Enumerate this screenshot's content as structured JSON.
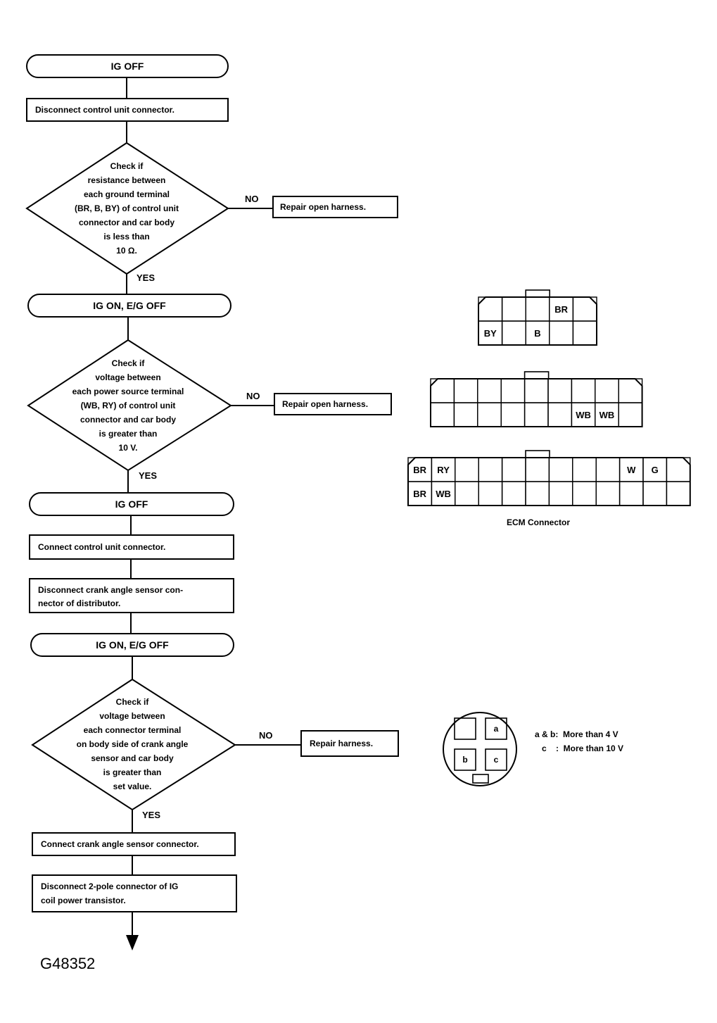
{
  "flow": {
    "ig_off_1": "IG OFF",
    "disconnect_cu": "Disconnect control unit connector.",
    "check1": [
      "Check if",
      "resistance between",
      "each ground terminal",
      "(BR, B, BY) of control unit",
      "connector and car body",
      "is less than",
      "10 Ω."
    ],
    "repair1": "Repair open harness.",
    "ig_on_1": "IG ON, E/G OFF",
    "check2": [
      "Check if",
      "voltage between",
      "each power source terminal",
      "(WB, RY) of control unit",
      "connector and car body",
      "is greater than",
      "10 V."
    ],
    "repair2": "Repair open harness.",
    "ig_off_2": "IG OFF",
    "connect_cu": "Connect control unit connector.",
    "disconnect_cas": [
      "Disconnect crank angle sensor con-",
      "nector of distributor."
    ],
    "ig_on_2": "IG ON, E/G OFF",
    "check3": [
      "Check if",
      "voltage between",
      "each connector terminal",
      "on body side of crank angle",
      "sensor and car body",
      "is greater than",
      "set value."
    ],
    "repair3": "Repair harness.",
    "connect_cas": "Connect crank angle sensor connector.",
    "disconnect_2pole": [
      "Disconnect 2-pole connector of IG",
      "coil power transistor."
    ],
    "no_label": "NO",
    "yes_label": "YES"
  },
  "ecm": {
    "caption": "ECM Connector",
    "c1_row1": [
      "",
      "",
      "",
      "BR",
      ""
    ],
    "c1_row2": [
      "BY",
      "",
      "B",
      "",
      ""
    ],
    "c2_row1": [
      "",
      "",
      "",
      "",
      "",
      "",
      "",
      "",
      ""
    ],
    "c2_row2": [
      "",
      "",
      "",
      "",
      "",
      "",
      "WB",
      "WB",
      ""
    ],
    "c3_row1": [
      "BR",
      "RY",
      "",
      "",
      "",
      "",
      "",
      "",
      "",
      "W",
      "G",
      ""
    ],
    "c3_row2": [
      "BR",
      "WB",
      "",
      "",
      "",
      "",
      "",
      "",
      "",
      "",
      "",
      ""
    ]
  },
  "sensor": {
    "pins": {
      "a": "a",
      "b": "b",
      "c": "c"
    },
    "note1": "a & b:  More than 4 V",
    "note2": "c    :  More than 10 V"
  },
  "figure_code": "G48352"
}
